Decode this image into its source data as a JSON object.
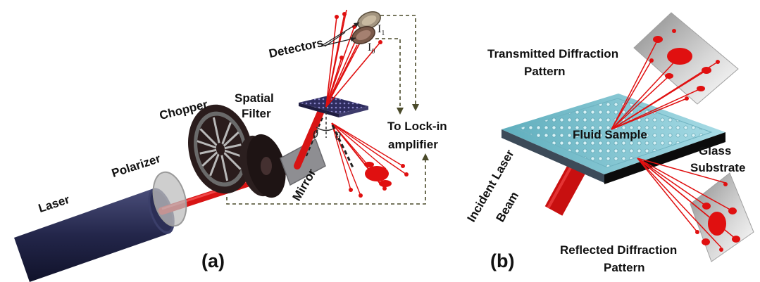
{
  "panel_a": {
    "caption": "(a)",
    "labels": {
      "laser": "Laser",
      "polarizer": "Polarizer",
      "chopper": "Chopper",
      "spatial_filter_line1": "Spatial",
      "spatial_filter_line2": "Filter",
      "mirror": "Mirror",
      "detectors": "Detectors",
      "i1": "I",
      "i1_sub": "1",
      "i0": "I",
      "i0_sub": "0",
      "theta_left": "θ",
      "theta_right": "θ",
      "lockin_line1": "To Lock-in",
      "lockin_line2": "amplifier"
    }
  },
  "panel_b": {
    "caption": "(b)",
    "labels": {
      "transmitted_line1": "Transmitted Diffraction",
      "transmitted_line2": "Pattern",
      "fluid_sample": "Fluid Sample",
      "glass_line1": "Glass",
      "glass_line2": "Substrate",
      "incident_line1": "Incident Laser",
      "incident_line2": "Beam",
      "reflected_line1": "Reflected Diffraction",
      "reflected_line2": "Pattern"
    }
  },
  "colors": {
    "beam": "#e01010",
    "laser_body": "#2a2d52",
    "chopper": "#2a1c1c",
    "dashed": "#4a4a2a",
    "substrate": "#88c8d8",
    "substrate_edge": "#111111",
    "card": "#bfbfbf"
  }
}
